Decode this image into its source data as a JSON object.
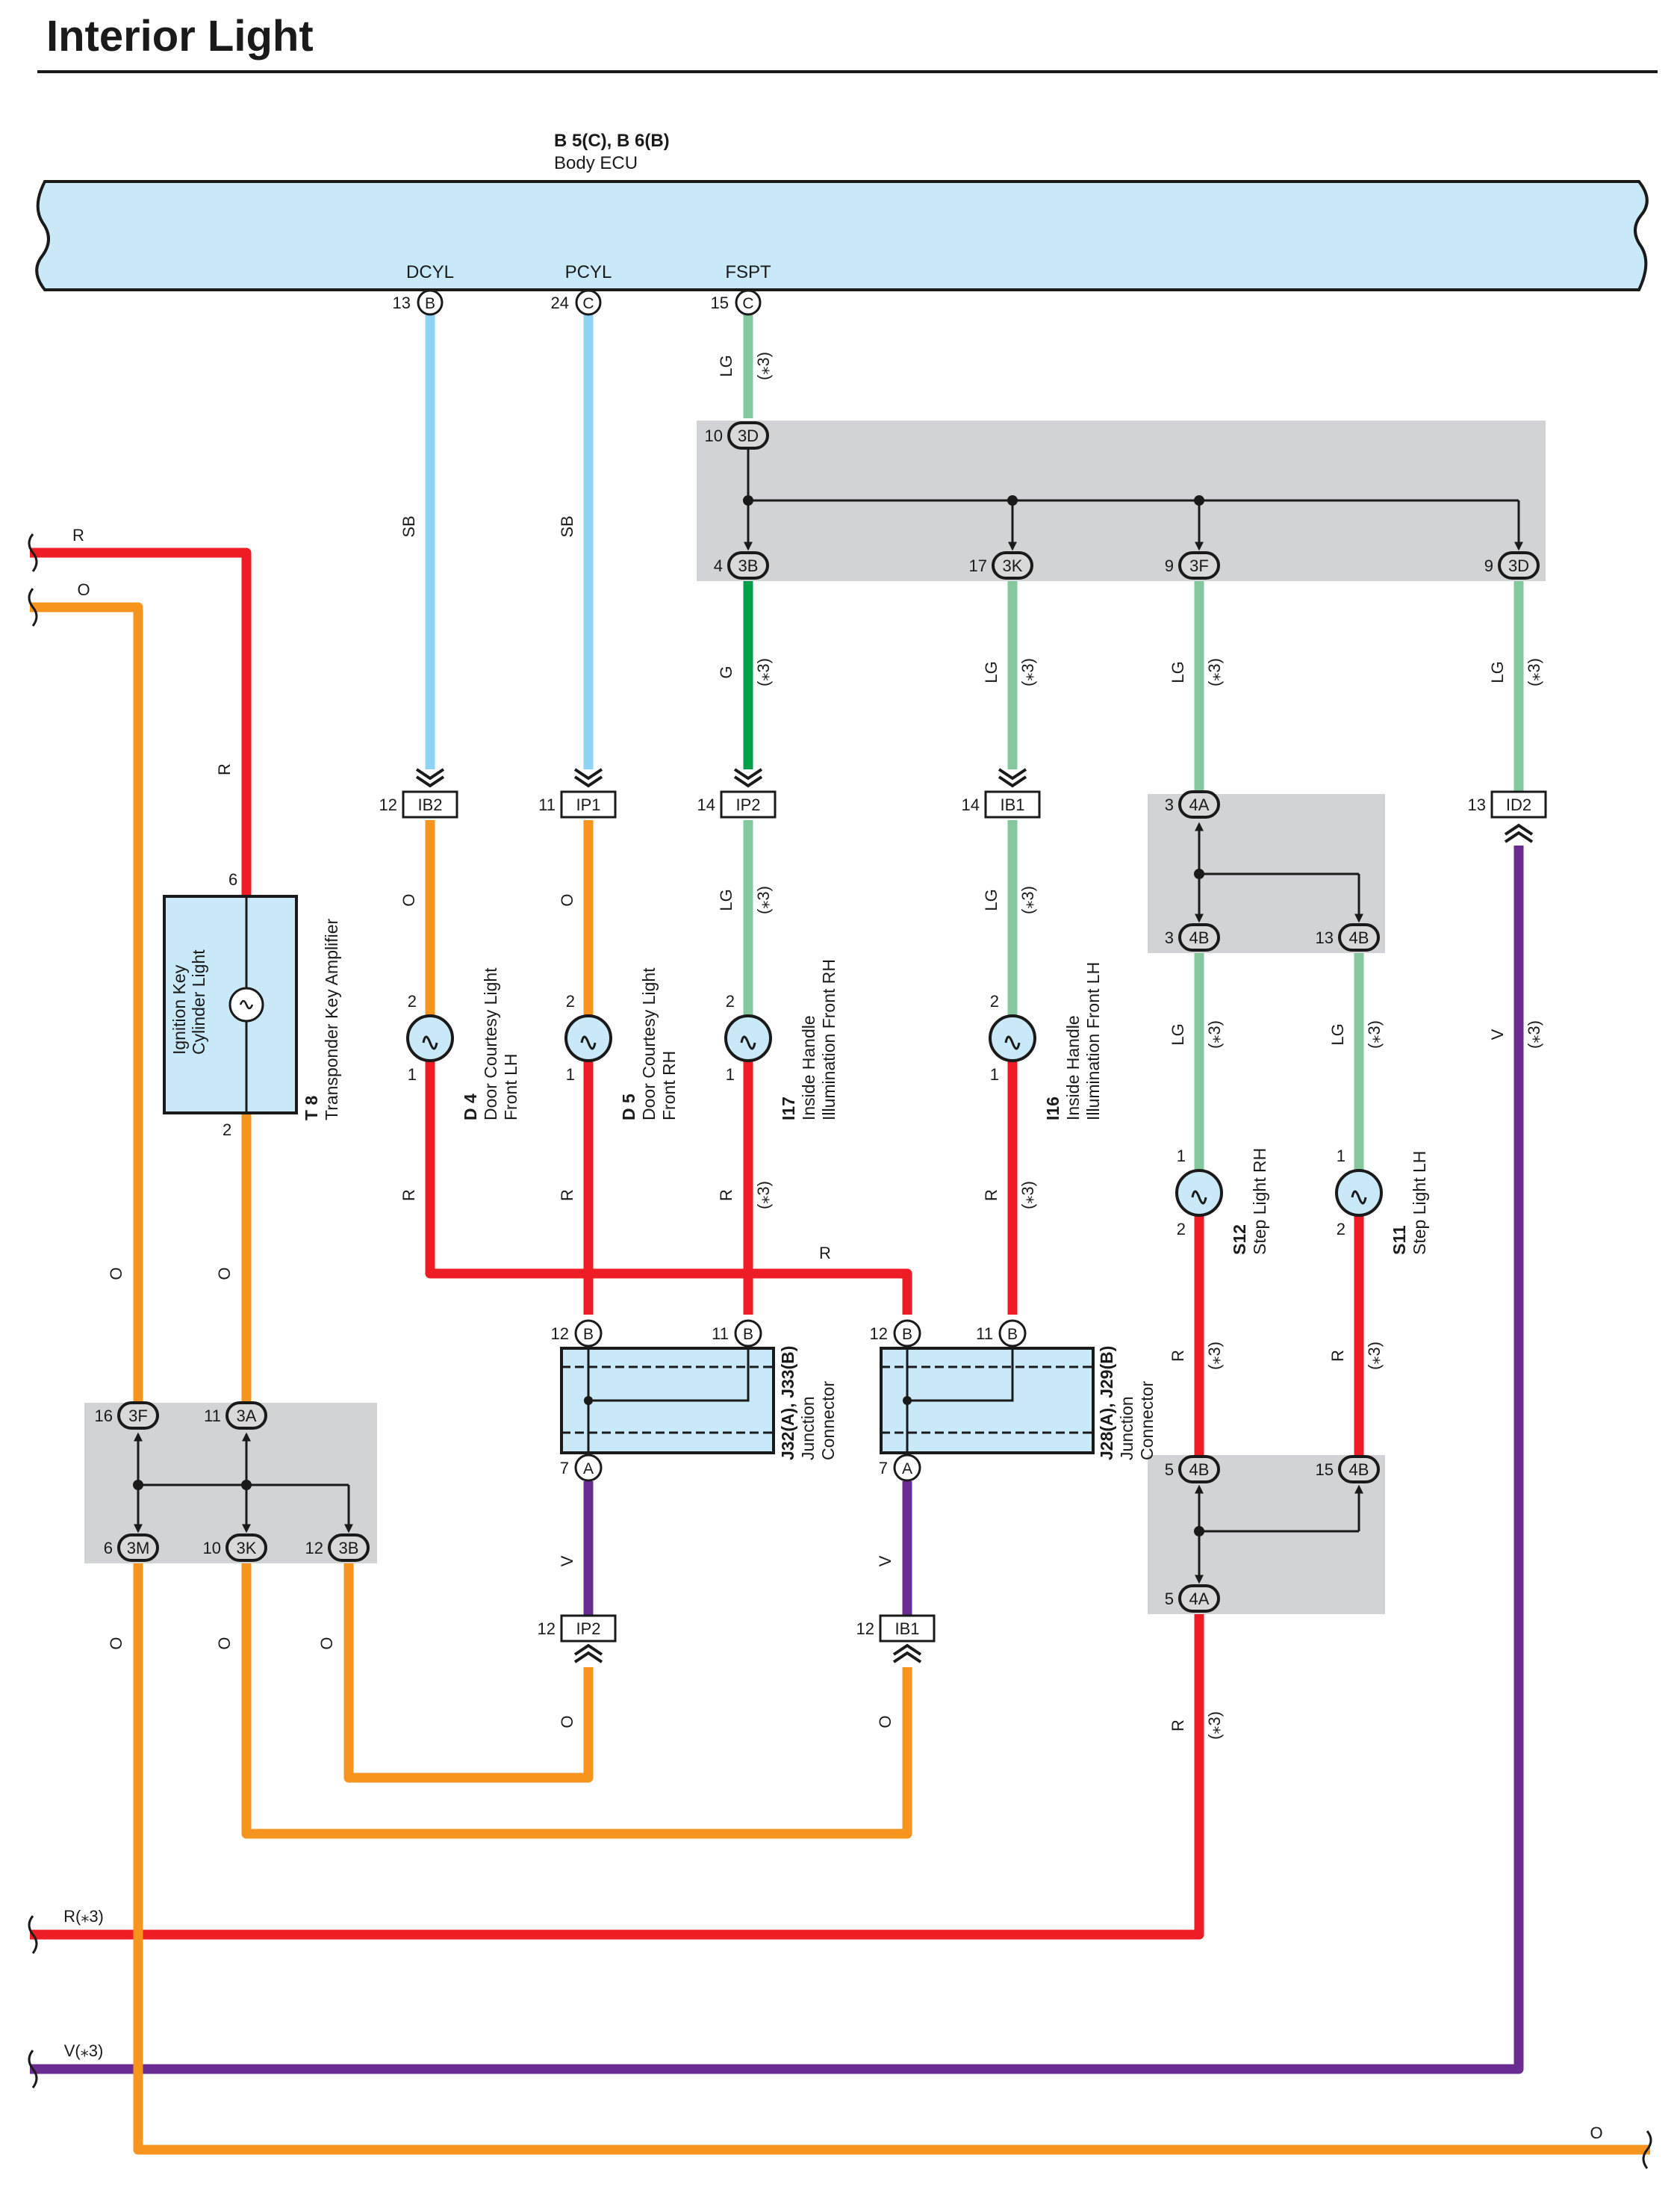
{
  "title": "Interior Light",
  "ecu": {
    "code": "B 5(C), B 6(B)",
    "name": "Body ECU"
  },
  "colors": {
    "R": "#ee1c25",
    "O": "#f7941d",
    "SB": "#8dd3f3",
    "LG": "#84c99d",
    "G": "#00a04b",
    "V": "#6a2c91",
    "jb": "#d1d3d4",
    "comp": "#c9e8f8"
  },
  "ecu_pins": [
    {
      "signal": "DCYL",
      "num": "13",
      "letter": "B"
    },
    {
      "signal": "PCYL",
      "num": "24",
      "letter": "C"
    },
    {
      "signal": "FSPT",
      "num": "15",
      "letter": "C"
    }
  ],
  "connectors": {
    "c3D_top": {
      "num": "10",
      "code": "3D"
    },
    "c3B": {
      "num": "4",
      "code": "3B"
    },
    "c3K": {
      "num": "17",
      "code": "3K"
    },
    "c3F": {
      "num": "9",
      "code": "3F"
    },
    "c3D_r": {
      "num": "9",
      "code": "3D"
    },
    "cIB2": {
      "num": "12",
      "code": "IB2"
    },
    "cIP1": {
      "num": "11",
      "code": "IP1"
    },
    "cIP2a": {
      "num": "14",
      "code": "IP2"
    },
    "cIB1a": {
      "num": "14",
      "code": "IB1"
    },
    "cID2": {
      "num": "13",
      "code": "ID2"
    },
    "c4A_top": {
      "num": "3",
      "code": "4A"
    },
    "c4B_l": {
      "num": "3",
      "code": "4B"
    },
    "c4B_r": {
      "num": "13",
      "code": "4B"
    },
    "c4B_5": {
      "num": "5",
      "code": "4B"
    },
    "c4B_15": {
      "num": "15",
      "code": "4B"
    },
    "c4A_bot": {
      "num": "5",
      "code": "4A"
    },
    "c3F_l": {
      "num": "16",
      "code": "3F"
    },
    "c3A": {
      "num": "11",
      "code": "3A"
    },
    "c3M": {
      "num": "6",
      "code": "3M"
    },
    "c3K_l": {
      "num": "10",
      "code": "3K"
    },
    "c3B_l": {
      "num": "12",
      "code": "3B"
    },
    "cIP2b": {
      "num": "12",
      "code": "IP2"
    },
    "cIB1b": {
      "num": "12",
      "code": "IB1"
    },
    "jL_B12": {
      "num": "12",
      "code": "B"
    },
    "jL_B11": {
      "num": "11",
      "code": "B"
    },
    "jL_A7": {
      "num": "7",
      "code": "A"
    },
    "jR_B12": {
      "num": "12",
      "code": "B"
    },
    "jR_B11": {
      "num": "11",
      "code": "B"
    },
    "jR_A7": {
      "num": "7",
      "code": "A"
    }
  },
  "wire_labels": {
    "sb1": "SB",
    "sb2": "SB",
    "lg_top": "LG",
    "star_top": "(⁎3)",
    "g": "G",
    "star_g": "(⁎3)",
    "lg2": "LG",
    "star2": "(⁎3)",
    "lg3": "LG",
    "star3": "(⁎3)",
    "lg4": "LG",
    "star4": "(⁎3)",
    "o1": "O",
    "o2": "O",
    "lg5": "LG",
    "star5": "(⁎3)",
    "lg6": "LG",
    "star6": "(⁎3)",
    "lg7": "LG",
    "star7": "(⁎3)",
    "lg8": "LG",
    "star8": "(⁎3)",
    "v_right": "V",
    "star_v": "(⁎3)",
    "r_d4": "R",
    "r_d5": "R",
    "r_i17": "R",
    "star_i17": "(⁎3)",
    "r_i16": "R",
    "star_i16": "(⁎3)",
    "r_h": "R",
    "r_s12": "R",
    "star_s12": "(⁎3)",
    "r_s11": "R",
    "star_s11": "(⁎3)",
    "r_low": "R",
    "star_low": "(⁎3)",
    "r_t8": "R",
    "o_t8": "O",
    "o_lft": "O",
    "o_3m": "O",
    "o_3k": "O",
    "o_3b": "O",
    "v_jl": "V",
    "v_jr": "V",
    "o_ip2": "O",
    "o_ib1": "O",
    "edge_r": "R",
    "edge_o": "O",
    "edge_r3": "R(⁎3)",
    "edge_v3": "V(⁎3)",
    "edge_o_right": "O"
  },
  "components": {
    "t8": {
      "code": "T 8",
      "name": "Transponder Key Amplifier",
      "inner1": "Ignition Key",
      "inner2": "Cylinder Light",
      "pin_top": "6",
      "pin_bot": "2"
    },
    "d4": {
      "code": "D 4",
      "line1": "Door Courtesy Light",
      "line2": "Front LH",
      "p_top": "2",
      "p_bot": "1"
    },
    "d5": {
      "code": "D 5",
      "line1": "Door Courtesy Light",
      "line2": "Front RH",
      "p_top": "2",
      "p_bot": "1"
    },
    "i17": {
      "code": "I17",
      "line1": "Inside Handle",
      "line2": "Illumination Front RH",
      "p_top": "2",
      "p_bot": "1"
    },
    "i16": {
      "code": "I16",
      "line1": "Inside Handle",
      "line2": "Illumination Front LH",
      "p_top": "2",
      "p_bot": "1"
    },
    "s12": {
      "code": "S12",
      "line1": "Step Light RH",
      "p_top": "1",
      "p_bot": "2"
    },
    "s11": {
      "code": "S11",
      "line1": "Step Light LH",
      "p_top": "1",
      "p_bot": "2"
    },
    "jl": {
      "code": "J32(A), J33(B)",
      "line1": "Junction",
      "line2": "Connector"
    },
    "jr": {
      "code": "J28(A), J29(B)",
      "line1": "Junction",
      "line2": "Connector"
    }
  }
}
